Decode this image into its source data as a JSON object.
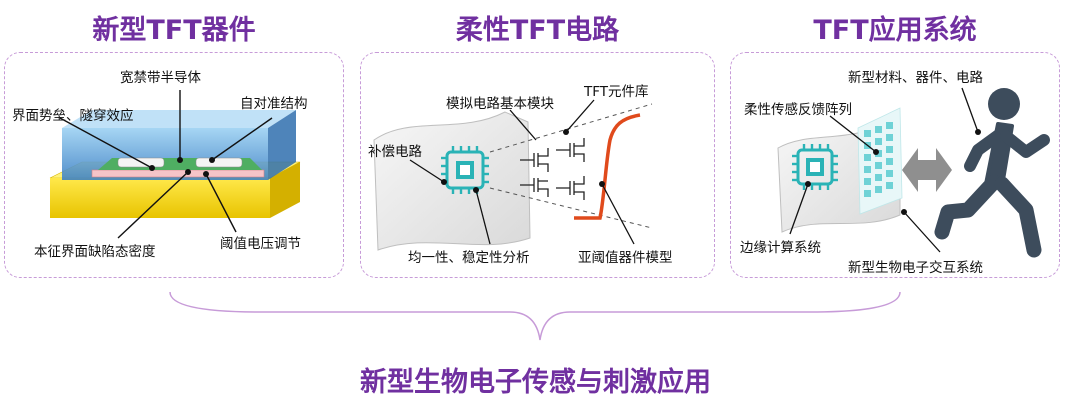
{
  "sections": [
    {
      "title": "新型TFT器件",
      "labels": {
        "wide_bandgap": "宽禁带半导体",
        "self_aligned": "自对准结构",
        "interface": "界面势垒、隧穿效应",
        "intrinsic": "本征界面缺陷态密度",
        "threshold": "阈值电压调节"
      }
    },
    {
      "title": "柔性TFT电路",
      "labels": {
        "analog": "模拟电路基本模块",
        "library": "TFT元件库",
        "compensation": "补偿电路",
        "uniformity": "均一性、稳定性分析",
        "subthreshold": "亚阈值器件模型"
      }
    },
    {
      "title": "TFT应用系统",
      "labels": {
        "materials": "新型材料、器件、电路",
        "sensor_array": "柔性传感反馈阵列",
        "edge": "边缘计算系统",
        "bio_system": "新型生物电子交互系统"
      }
    }
  ],
  "footer": "新型生物电子传感与刺激应用",
  "colors": {
    "accent": "#7030A0",
    "chip": "#2ab3b6",
    "curve": "#e04a1c",
    "person": "#3d4c5c"
  }
}
